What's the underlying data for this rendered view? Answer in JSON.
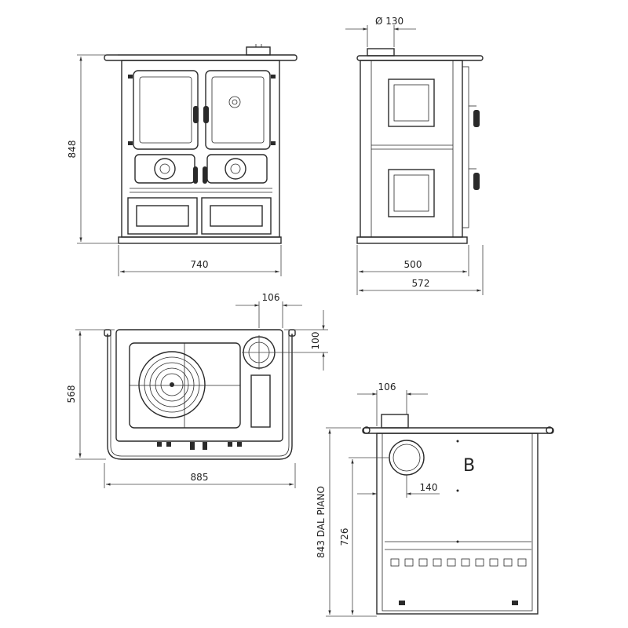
{
  "views": {
    "front": {
      "height": "848",
      "width": "740"
    },
    "side": {
      "flue_diameter": "Ø 130",
      "depth": "500",
      "overall_depth": "572"
    },
    "top": {
      "flue_offset_x": "106",
      "flue_offset_y": "100",
      "depth": "568",
      "overall_width": "885"
    },
    "rear": {
      "label": "B",
      "flue_offset_x": "106",
      "flue_center": "140",
      "flue_height": "843 DAL PIANO",
      "height": "726"
    }
  },
  "colors": {
    "line": "#2a2a2a",
    "background": "#ffffff"
  }
}
